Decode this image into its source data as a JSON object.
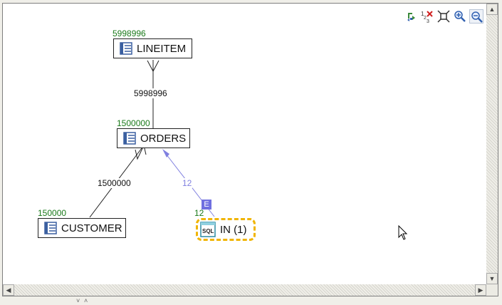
{
  "toolbar": {
    "buttons": [
      {
        "name": "refresh-icon"
      },
      {
        "name": "clear-numbers-icon"
      },
      {
        "name": "fit-to-window-icon"
      },
      {
        "name": "zoom-in-icon"
      },
      {
        "name": "zoom-out-icon"
      }
    ]
  },
  "graph": {
    "nodes": {
      "lineitem": {
        "label": "LINEITEM",
        "count": "5998996"
      },
      "orders": {
        "label": "ORDERS",
        "count": "1500000"
      },
      "customer": {
        "label": "CUSTOMER",
        "count": "150000"
      },
      "subquery": {
        "label": "IN (1)",
        "count": "12",
        "icon_text": "SQL"
      }
    },
    "edges": {
      "lineitem_orders": "5998996",
      "orders_customer": "1500000",
      "subquery_orders": "12",
      "subquery_badge": "E"
    },
    "colors": {
      "count_green": "#1a7a1a",
      "edge_blue": "#8080e0",
      "selection_orange": "#f0b400"
    }
  }
}
